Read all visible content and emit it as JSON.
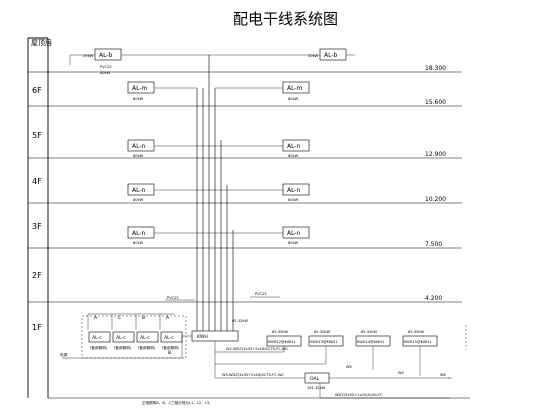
{
  "title": "配电干线系统图",
  "floors": [
    "屋顶层",
    "6F",
    "5F",
    "4F",
    "3F",
    "2F",
    "1F"
  ],
  "elevations": [
    "18.300",
    "15.600",
    "12.900",
    "10.200",
    "7.500",
    "4.200"
  ],
  "roof_boxes": [
    {
      "label": "AL-b",
      "power": "20kW"
    },
    {
      "label": "AL-b",
      "power": "20kW"
    }
  ],
  "pipe_label": "PVC25",
  "al_m": {
    "label": "AL-m",
    "power": "80kW"
  },
  "al_n": {
    "label": "AL-n",
    "power": "80kW"
  },
  "first_floor": {
    "al_c": {
      "label": "AL-c",
      "sub": "(备用照明)"
    },
    "letters": [
      "A",
      "C",
      "B",
      "A",
      "B"
    ],
    "main_box": "KWH",
    "main_power": "65.32kW",
    "meters": [
      {
        "label": "KWH12@KWH1",
        "power": "65.32kW"
      },
      {
        "label": "KWH13@KWH1",
        "power": "65.32kW"
      },
      {
        "label": "KWH14@KWH1",
        "power": "65.32kW"
      },
      {
        "label": "KWH15@KWH1",
        "power": "65.32kW"
      }
    ],
    "cable_1": "W2-WDZ(3x35+2x16)SC70-FC,WC",
    "cable_2": "W3-WDZ(3x35+2x16)SC70-FC,WC",
    "cable_3": "WDZ(3x50+2x25)SC80-FC",
    "oal_label": "OAL",
    "oal_power": "261.32kW",
    "w_labels": [
      "W5",
      "W4",
      "W6"
    ],
    "note": "正常照明A、B、C三相分别为L1、L2、L3。",
    "left_label": "电源"
  }
}
